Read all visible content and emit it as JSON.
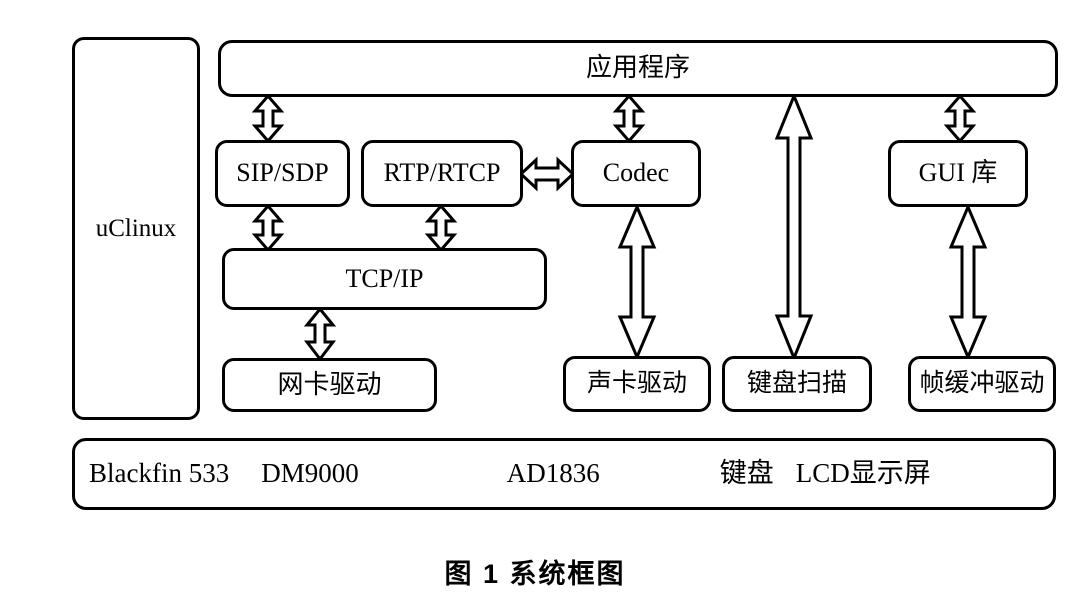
{
  "figure": {
    "caption": "图 1    系统框图",
    "caption_number": "图 1",
    "caption_title": "系统框图"
  },
  "blocks": {
    "os": {
      "label": "uClinux"
    },
    "application": {
      "label": "应用程序"
    },
    "sip": {
      "label": "SIP/SDP"
    },
    "rtp": {
      "label": "RTP/RTCP"
    },
    "codec": {
      "label": "Codec"
    },
    "gui": {
      "label": "GUI 库"
    },
    "tcpip": {
      "label": "TCP/IP"
    },
    "nic_driver": {
      "label": "网卡驱动"
    },
    "sound_driver": {
      "label": "声卡驱动"
    },
    "keyboard_scan": {
      "label": "键盘扫描"
    },
    "framebuffer_driver": {
      "label": "帧缓冲驱动"
    }
  },
  "hardware": {
    "items": [
      {
        "label": "Blackfin 533"
      },
      {
        "label": "DM9000"
      },
      {
        "label": "AD1836"
      },
      {
        "label": "键盘"
      },
      {
        "label": "LCD显示屏"
      }
    ]
  },
  "connections": [
    {
      "from": "application",
      "to": "sip",
      "style": "double-headed-vertical"
    },
    {
      "from": "application",
      "to": "codec",
      "style": "double-headed-vertical"
    },
    {
      "from": "application",
      "to": "keyboard_scan",
      "style": "double-headed-vertical-long"
    },
    {
      "from": "application",
      "to": "gui",
      "style": "double-headed-vertical"
    },
    {
      "from": "sip",
      "to": "tcpip",
      "style": "double-headed-vertical"
    },
    {
      "from": "rtp",
      "to": "tcpip",
      "style": "double-headed-vertical"
    },
    {
      "from": "rtp",
      "to": "codec",
      "style": "double-headed-horizontal"
    },
    {
      "from": "tcpip",
      "to": "nic_driver",
      "style": "double-headed-vertical"
    },
    {
      "from": "codec",
      "to": "sound_driver",
      "style": "double-headed-vertical"
    },
    {
      "from": "gui",
      "to": "framebuffer_driver",
      "style": "double-headed-vertical"
    }
  ],
  "style": {
    "stroke": "#000000",
    "fill": "#ffffff",
    "background": "#ffffff"
  }
}
